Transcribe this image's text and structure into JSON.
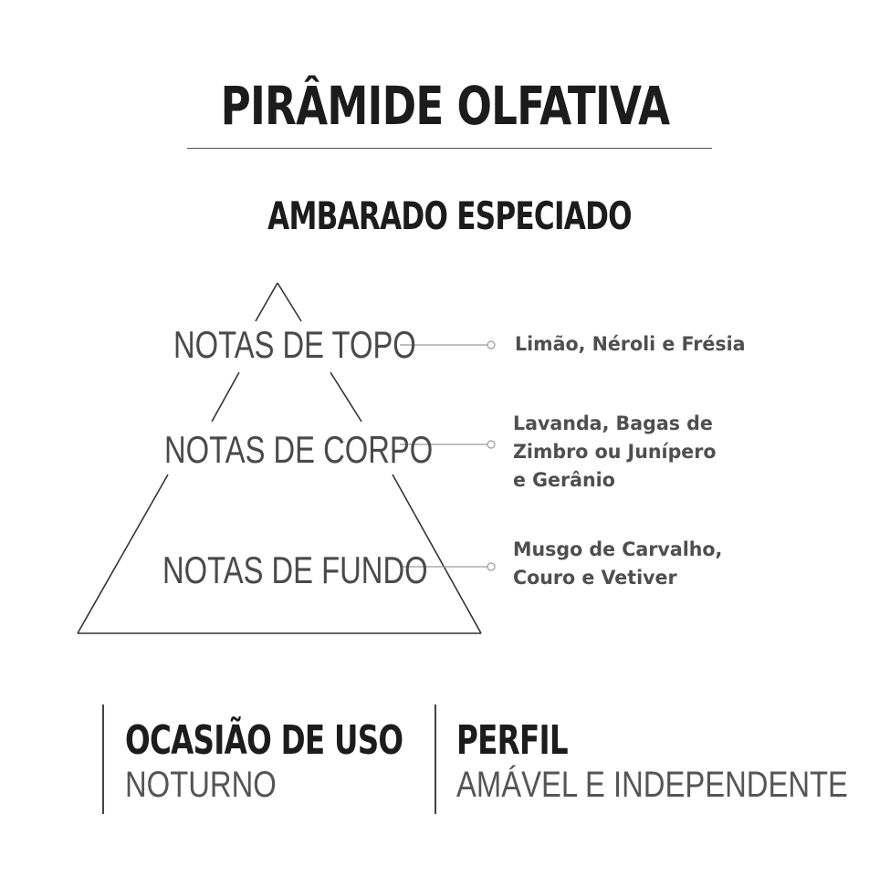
{
  "header": {
    "title": "PIRÂMIDE OLFATIVA",
    "subtitle": "AMBARADO ESPECIADO"
  },
  "pyramid": {
    "tiers": [
      {
        "label": "NOTAS DE TOPO",
        "notes": [
          "Limão, Néroli e Frésia"
        ]
      },
      {
        "label": "NOTAS DE CORPO",
        "notes": [
          "Lavanda, Bagas de",
          "Zimbro ou Junípero",
          "e Gerânio"
        ]
      },
      {
        "label": "NOTAS DE FUNDO",
        "notes": [
          "Musgo de Carvalho,",
          "Couro e Vetiver"
        ]
      }
    ]
  },
  "info": {
    "occasion": {
      "heading": "OCASIÃO DE USO",
      "value": "NOTURNO"
    },
    "profile": {
      "heading": "PERFIL",
      "value": "AMÁVEL E INDEPENDENTE"
    }
  },
  "colors": {
    "heading": "#1c1c1c",
    "tier_text": "#4a4a4a",
    "notes_text": "#4f4f4f",
    "lines": "#333333",
    "connector": "#9a9a9a"
  }
}
